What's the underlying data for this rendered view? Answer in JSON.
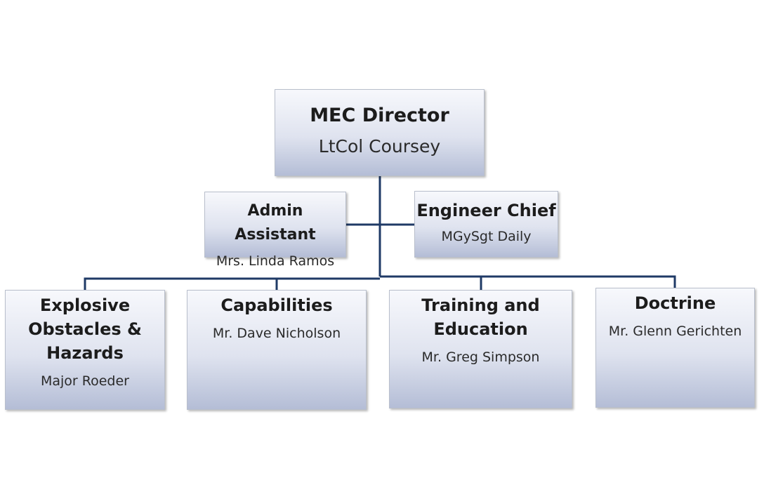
{
  "director": {
    "title": "MEC Director",
    "name": "LtCol Coursey"
  },
  "staff": [
    {
      "title": "Admin Assistant",
      "name": "Mrs. Linda Ramos"
    },
    {
      "title": "Engineer Chief",
      "name": "MGySgt Daily"
    }
  ],
  "branches": [
    {
      "title": "Explosive Obstacles & Hazards",
      "name": "Major Roeder"
    },
    {
      "title": "Capabilities",
      "name": "Mr. Dave Nicholson"
    },
    {
      "title": "Training and Education",
      "name": "Mr. Greg Simpson"
    },
    {
      "title": "Doctrine",
      "name": "Mr. Glenn Gerichten"
    }
  ],
  "colors": {
    "connector": "#1f3a66",
    "box_border": "#b9bfcc"
  }
}
